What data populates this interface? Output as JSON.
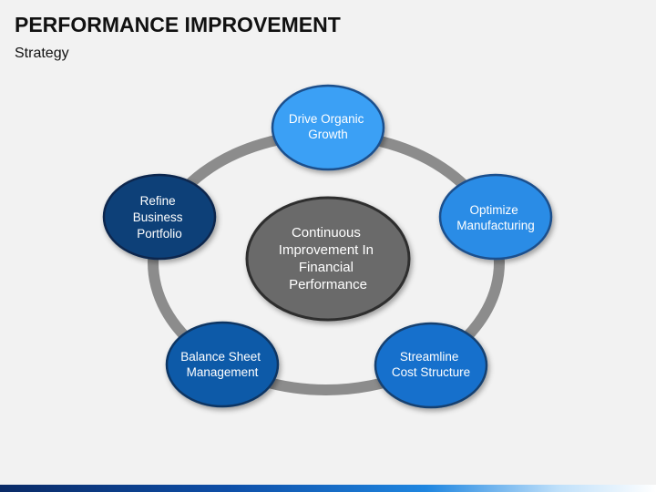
{
  "slide": {
    "title": "PERFORMANCE IMPROVEMENT",
    "subtitle": "Strategy"
  },
  "diagram": {
    "center": {
      "lines": [
        "Continuous",
        "Improvement In",
        "Financial",
        "Performance"
      ],
      "color": "#6b6b6b"
    },
    "ring_color": "#8c8c8c",
    "nodes": [
      {
        "id": "drive-organic-growth",
        "lines": [
          "Drive Organic",
          "Growth"
        ],
        "color": "#3aa0f5"
      },
      {
        "id": "optimize-manufacturing",
        "lines": [
          "Optimize",
          "Manufacturing"
        ],
        "color": "#2b8ce6"
      },
      {
        "id": "streamline-cost-structure",
        "lines": [
          "Streamline",
          "Cost Structure"
        ],
        "color": "#1670cc"
      },
      {
        "id": "balance-sheet-management",
        "lines": [
          "Balance Sheet",
          "Management"
        ],
        "color": "#0d5aa8"
      },
      {
        "id": "refine-business-portfolio",
        "lines": [
          "Refine",
          "Business",
          "Portfolio"
        ],
        "color": "#0b3f78"
      }
    ]
  }
}
